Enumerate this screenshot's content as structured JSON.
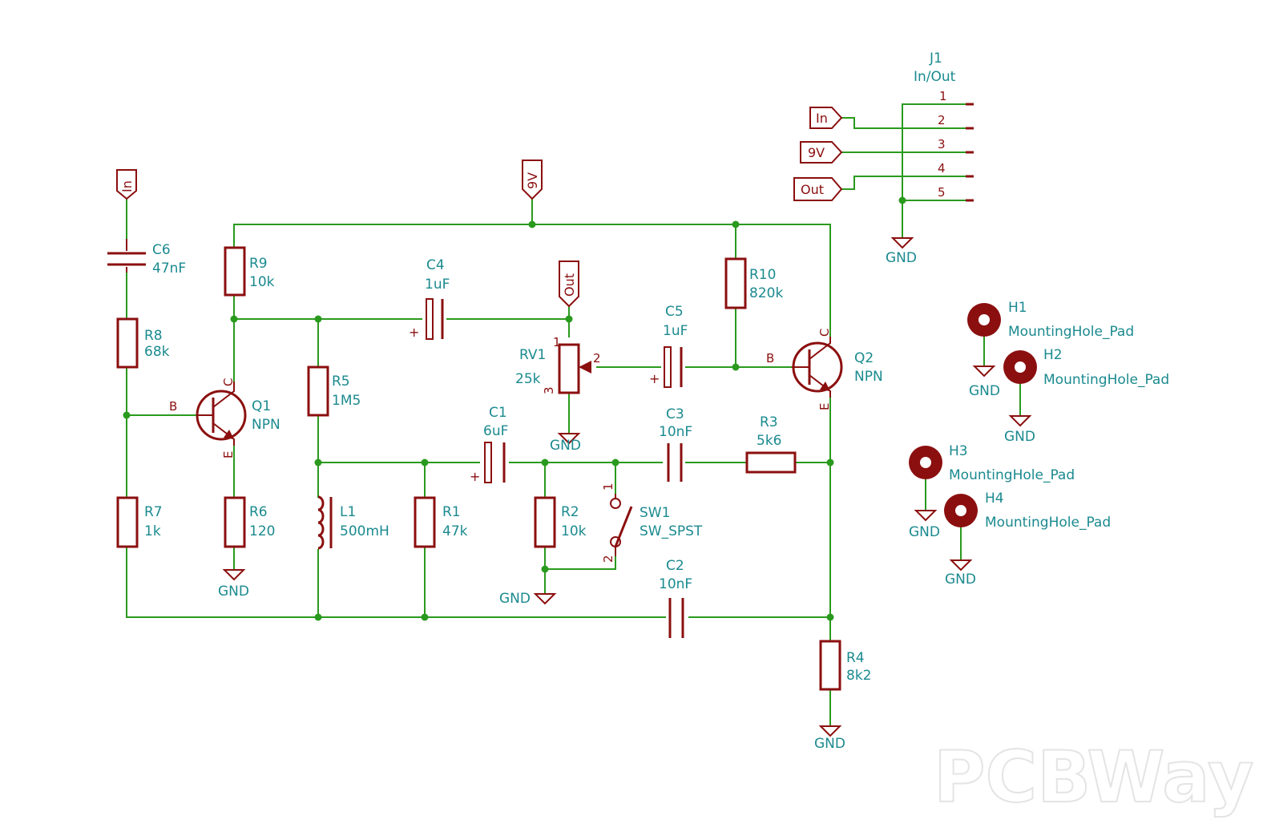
{
  "components": {
    "c6": {
      "ref": "C6",
      "value": "47nF"
    },
    "r8": {
      "ref": "R8",
      "value": "68k"
    },
    "r7": {
      "ref": "R7",
      "value": "1k"
    },
    "r9": {
      "ref": "R9",
      "value": "10k"
    },
    "r6": {
      "ref": "R6",
      "value": "120"
    },
    "q1": {
      "ref": "Q1",
      "value": "NPN"
    },
    "r5": {
      "ref": "R5",
      "value": "1M5"
    },
    "l1": {
      "ref": "L1",
      "value": "500mH"
    },
    "r1": {
      "ref": "R1",
      "value": "47k"
    },
    "c4": {
      "ref": "C4",
      "value": "1uF"
    },
    "rv1": {
      "ref": "RV1",
      "value": "25k"
    },
    "c1": {
      "ref": "C1",
      "value": "6uF"
    },
    "r2": {
      "ref": "R2",
      "value": "10k"
    },
    "sw1": {
      "ref": "SW1",
      "value": "SW_SPST"
    },
    "c5": {
      "ref": "C5",
      "value": "1uF"
    },
    "c3": {
      "ref": "C3",
      "value": "10nF"
    },
    "r3": {
      "ref": "R3",
      "value": "5k6"
    },
    "c2": {
      "ref": "C2",
      "value": "10nF"
    },
    "r10": {
      "ref": "R10",
      "value": "820k"
    },
    "q2": {
      "ref": "Q2",
      "value": "NPN"
    },
    "r4": {
      "ref": "R4",
      "value": "8k2"
    },
    "j1": {
      "ref": "J1",
      "value": "In/Out"
    },
    "h1": {
      "ref": "H1",
      "value": "MountingHole_Pad"
    },
    "h2": {
      "ref": "H2",
      "value": "MountingHole_Pad"
    },
    "h3": {
      "ref": "H3",
      "value": "MountingHole_Pad"
    },
    "h4": {
      "ref": "H4",
      "value": "MountingHole_Pad"
    }
  },
  "net_labels": {
    "in": "In",
    "out": "Out",
    "vcc": "9V",
    "gnd": "GND"
  },
  "pin_labels": {
    "base": "B",
    "collector": "C",
    "emitter": "E",
    "plus": "+",
    "one": "1",
    "two": "2",
    "three": "3",
    "j1_pins": [
      "1",
      "2",
      "3",
      "4",
      "5"
    ]
  },
  "watermark": "PCBWay",
  "colors": {
    "wire": "#2a9a1e",
    "part": "#8b0f0f",
    "label": "#1b8a8f"
  }
}
